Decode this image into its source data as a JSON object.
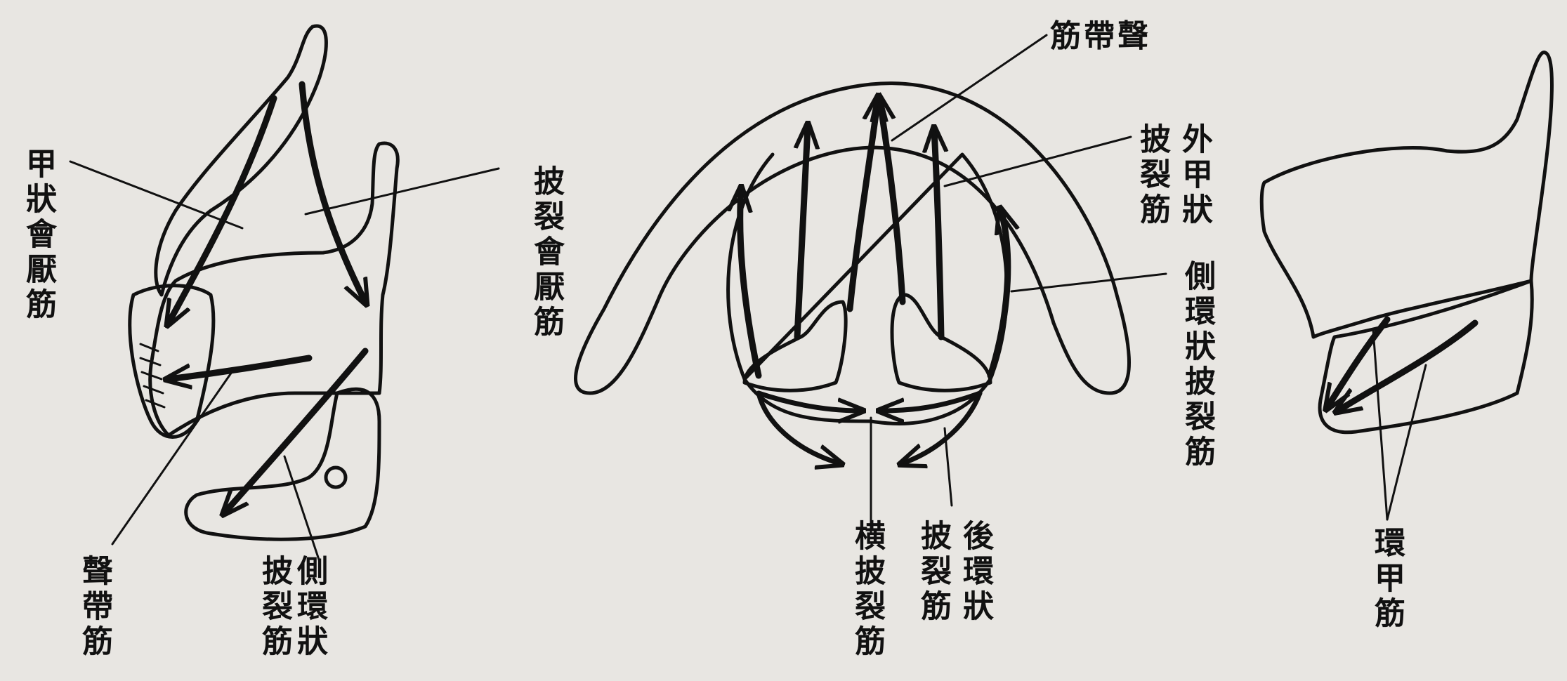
{
  "colors": {
    "paper": "#e8e6e2",
    "ink": "#111111"
  },
  "figure_left": {
    "labels": {
      "thyroepiglottic": "甲狀會厭筋",
      "aryepiglottic": "披裂會厭筋",
      "vocalis": "聲帶筋",
      "lat_crico_col1": "側環狀",
      "lat_crico_col2": "披裂筋"
    }
  },
  "figure_middle": {
    "labels": {
      "vocalis": "筋帶聲",
      "thyro_col1": "外甲狀",
      "thyro_col2": "披裂筋",
      "lat_crico": "側環狀披裂筋",
      "transverse": "横披裂筋",
      "post_col1": "後環狀",
      "post_col2": "披裂筋"
    }
  },
  "figure_right": {
    "labels": {
      "cricothyroid": "環甲筋"
    }
  }
}
